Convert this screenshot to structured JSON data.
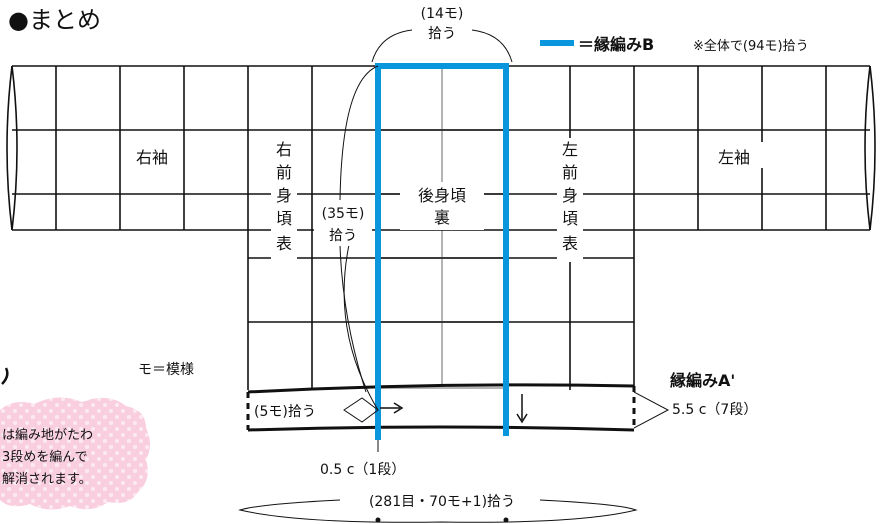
{
  "title": "●まとめ",
  "legend": {
    "label": "＝縁編みB",
    "note": "※全体で(94モ)拾う",
    "color": "#0a96dc"
  },
  "top_pickup": {
    "count": "(14モ)",
    "verb": "拾う"
  },
  "pieces": {
    "right_sleeve": "右袖",
    "left_sleeve": "左袖",
    "right_front_lines": [
      "右",
      "前",
      "身",
      "頃",
      "表"
    ],
    "left_front_lines": [
      "左",
      "前",
      "身",
      "頃",
      "表"
    ],
    "back_lines": [
      "後身頃",
      "裏"
    ]
  },
  "side_pickup": {
    "count": "(35モ)",
    "verb": "拾う"
  },
  "motif_key": "モ＝模様",
  "edging_a": {
    "label": "縁編みA'",
    "size": "5.5 c（7段）"
  },
  "bottom_left_pickup": "(5モ)拾う",
  "bottom_small_size": "0.5 c（1段）",
  "bottom_total": "(281目・70モ+1)拾う",
  "note_lines": [
    "は編み地がたわ",
    "3段めを編んで",
    "解消されます。"
  ],
  "colors": {
    "note_bg": "#f9cfe0",
    "grid_gray": "#b4b4b4"
  }
}
